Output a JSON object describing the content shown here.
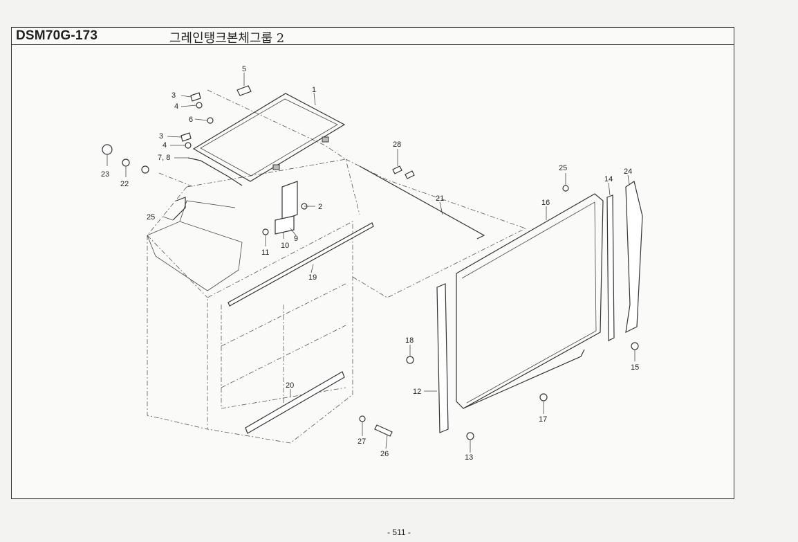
{
  "header": {
    "code": "DSM70G-173",
    "title": "그레인탱크본체그룹 2"
  },
  "callouts": [
    "1",
    "2",
    "3",
    "3",
    "4",
    "4",
    "5",
    "6",
    "7, 8",
    "9",
    "10",
    "11",
    "12",
    "13",
    "14",
    "15",
    "16",
    "17",
    "18",
    "19",
    "20",
    "21",
    "22",
    "23",
    "24",
    "25",
    "25",
    "26",
    "27",
    "28"
  ],
  "footer": {
    "page": "- 511 -"
  }
}
